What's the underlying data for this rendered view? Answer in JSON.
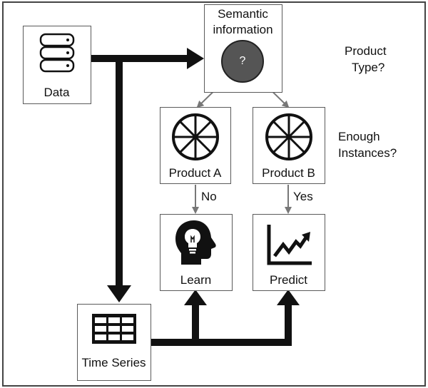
{
  "nodes": {
    "data": {
      "label": "Data",
      "icon": "database-icon"
    },
    "semantic": {
      "label_line1": "Semantic",
      "label_line2": "information",
      "question_mark": "?"
    },
    "product_a": {
      "label": "Product A",
      "icon": "wheel-icon"
    },
    "product_b": {
      "label": "Product B",
      "icon": "wheel-icon"
    },
    "learn": {
      "label": "Learn",
      "icon": "head-lightbulb-icon"
    },
    "predict": {
      "label": "Predict",
      "icon": "trend-chart-icon"
    },
    "time_series": {
      "label": "Time Series",
      "icon": "table-grid-icon"
    }
  },
  "edge_labels": {
    "no": "No",
    "yes": "Yes"
  },
  "questions": {
    "product_type_line1": "Product",
    "product_type_line2": "Type?",
    "enough_line1": "Enough",
    "enough_line2": "Instances?"
  },
  "colors": {
    "arrow": "#111111",
    "thin_arrow": "#777777",
    "circle_fill": "#555555",
    "frame": "#444444"
  }
}
